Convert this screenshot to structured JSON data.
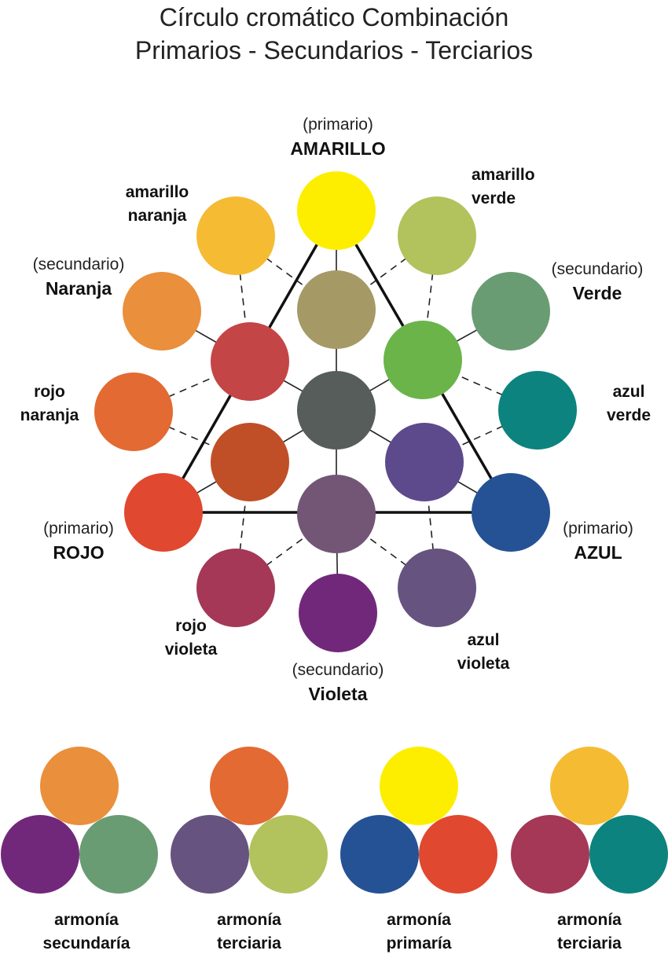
{
  "title": {
    "line1": "Círculo cromático Combinación",
    "line2": "Primarios - Secundarios - Terciarios"
  },
  "wheel": {
    "center_color": "#575D5A",
    "labels": {
      "amarillo": {
        "note": "(primario)",
        "name": "AMARILLO"
      },
      "amarillo_verde": {
        "line1": "amarillo",
        "line2": "verde"
      },
      "verde": {
        "note": "(secundario)",
        "name": "Verde"
      },
      "azul_verde": {
        "line1": "azul",
        "line2": "verde"
      },
      "azul": {
        "note": "(primario)",
        "name": "AZUL"
      },
      "azul_violeta": {
        "line1": "azul",
        "line2": "violeta"
      },
      "violeta": {
        "note": "(secundario)",
        "name": "Violeta"
      },
      "rojo_violeta": {
        "line1": "rojo",
        "line2": "violeta"
      },
      "rojo": {
        "note": "(primario)",
        "name": "ROJO"
      },
      "rojo_naranja": {
        "line1": "rojo",
        "line2": "naranja"
      },
      "naranja": {
        "note": "(secundario)",
        "name": "Naranja"
      },
      "amarillo_naranja": {
        "line1": "amarillo",
        "line2": "naranja"
      }
    },
    "colors": {
      "amarillo": "#FDEE00",
      "amarillo_verde": "#B2C25C",
      "verde": "#6A9C73",
      "azul_verde": "#0C837E",
      "azul": "#255294",
      "azul_violeta": "#66537F",
      "violeta": "#72287A",
      "rojo_violeta": "#A43856",
      "rojo": "#E0482F",
      "rojo_naranja": "#E36A32",
      "naranja": "#EA8F3B",
      "amarillo_naranja": "#F5BB33",
      "inner_top": "#A59A66",
      "inner_upper_right": "#6BB44A",
      "inner_lower_right": "#5C4A8C",
      "inner_bottom": "#735676",
      "inner_lower_left": "#C04F27",
      "inner_upper_left": "#C44545"
    }
  },
  "harmonies": [
    {
      "label1": "armonía",
      "label2": "secundaría",
      "colors": [
        "#EA8F3B",
        "#72287A",
        "#6A9C73"
      ]
    },
    {
      "label1": "armonía",
      "label2": "terciaria",
      "colors": [
        "#E36A32",
        "#66537F",
        "#B2C25C"
      ]
    },
    {
      "label1": "armonía",
      "label2": "primaría",
      "colors": [
        "#FDEE00",
        "#255294",
        "#E0482F"
      ]
    },
    {
      "label1": "armonía",
      "label2": "terciaria",
      "colors": [
        "#F5BB33",
        "#A43856",
        "#0C837E"
      ]
    }
  ]
}
